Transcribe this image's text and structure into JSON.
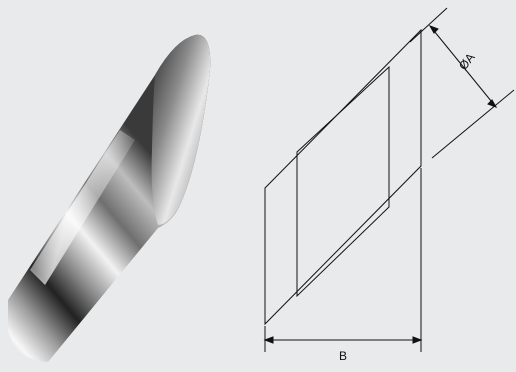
{
  "figure": {
    "background": "#e9eaeb",
    "photo": {
      "icon": "angled-tube-cut-photo"
    },
    "drawing": {
      "line_color": "#111111",
      "dimension_diameter_label": "ØA",
      "dimension_length_label": "B"
    }
  }
}
